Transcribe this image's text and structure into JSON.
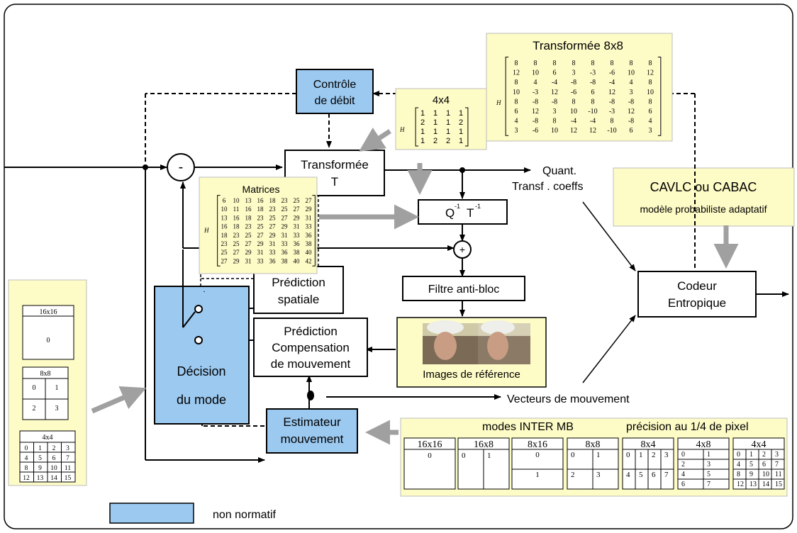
{
  "colors": {
    "blue": "#9cc9f0",
    "yellow": "#fdfbc6",
    "gray_arrow": "#a0a0a0",
    "line": "#000000"
  },
  "blocks": {
    "controle": [
      "Contrôle",
      "de débit"
    ],
    "transformee": [
      "Transformée",
      "T"
    ],
    "quant_out": [
      "Quant.",
      "Transf . coeffs"
    ],
    "qinv": {
      "q": "Q",
      "t": "T",
      "sup": "-1"
    },
    "plus": "+",
    "minus": "-",
    "filtre": "Filtre anti-bloc",
    "pred_spatiale": [
      "Prédiction",
      "spatiale"
    ],
    "pred_comp": [
      "Prédiction",
      "Compensation",
      "de mouvement"
    ],
    "decision": [
      "Décision",
      "du mode"
    ],
    "estimateur": [
      "Estimateur",
      "mouvement"
    ],
    "codeur": [
      "Codeur",
      "Entropique"
    ],
    "cavlc": [
      "CAVLC ou CABAC",
      "modèle probabiliste adaptatif"
    ],
    "images_ref": "Images de référence",
    "vecteurs": "Vecteurs de mouvement",
    "legend": "non normatif",
    "dot_mark": "."
  },
  "matrix4x4": {
    "title": "4x4",
    "h": "H",
    "rows": [
      [
        "1",
        "1",
        "1",
        "1"
      ],
      [
        "2",
        "1",
        "1",
        "2"
      ],
      [
        "1",
        "1",
        "1",
        "1"
      ],
      [
        "1",
        "2",
        "2",
        "1"
      ]
    ]
  },
  "matrix8x8": {
    "title": "Transformée 8x8",
    "h": "H",
    "rows": [
      [
        "8",
        "8",
        "8",
        "8",
        "8",
        "8",
        "8",
        "8"
      ],
      [
        "12",
        "10",
        "6",
        "3",
        "-3",
        "-6",
        "10",
        "12"
      ],
      [
        "8",
        "4",
        "-4",
        "-8",
        "-8",
        "-4",
        "4",
        "8"
      ],
      [
        "10",
        "-3",
        "12",
        "-6",
        "6",
        "12",
        "3",
        "10"
      ],
      [
        "8",
        "-8",
        "-8",
        "8",
        "8",
        "-8",
        "-8",
        "8"
      ],
      [
        "6",
        "12",
        "3",
        "10",
        "-10",
        "-3",
        "12",
        "6"
      ],
      [
        "4",
        "-8",
        "8",
        "-4",
        "-4",
        "8",
        "-8",
        "4"
      ],
      [
        "3",
        "-6",
        "10",
        "12",
        "12",
        "-10",
        "6",
        "3"
      ]
    ]
  },
  "matrices": {
    "title": "Matrices",
    "h": "H",
    "rows": [
      [
        "6",
        "10",
        "13",
        "16",
        "18",
        "23",
        "25",
        "27"
      ],
      [
        "10",
        "11",
        "16",
        "18",
        "23",
        "25",
        "27",
        "29"
      ],
      [
        "13",
        "16",
        "18",
        "23",
        "25",
        "27",
        "29",
        "31"
      ],
      [
        "16",
        "18",
        "23",
        "25",
        "27",
        "29",
        "31",
        "33"
      ],
      [
        "18",
        "23",
        "25",
        "27",
        "29",
        "31",
        "33",
        "36"
      ],
      [
        "23",
        "25",
        "27",
        "29",
        "31",
        "33",
        "36",
        "38"
      ],
      [
        "25",
        "27",
        "29",
        "31",
        "33",
        "36",
        "38",
        "40"
      ],
      [
        "27",
        "29",
        "31",
        "33",
        "36",
        "38",
        "40",
        "42"
      ]
    ]
  },
  "intra_modes": {
    "m16": {
      "title": "16x16",
      "cells": [
        "0"
      ]
    },
    "m8": {
      "title": "8x8",
      "cells": [
        "0",
        "1",
        "2",
        "3"
      ]
    },
    "m4": {
      "title": "4x4",
      "cells": [
        "0",
        "1",
        "2",
        "3",
        "4",
        "5",
        "6",
        "7",
        "8",
        "9",
        "10",
        "11",
        "12",
        "13",
        "14",
        "15"
      ]
    }
  },
  "inter_modes": {
    "header_left": "modes INTER MB",
    "header_right": "précision au 1/4 de pixel",
    "partitions": [
      {
        "title": "16x16",
        "cells": [
          "0"
        ]
      },
      {
        "title": "16x8",
        "cells": [
          "0",
          "1"
        ]
      },
      {
        "title": "8x16",
        "cells": [
          "0",
          "1"
        ]
      },
      {
        "title": "8x8",
        "cells": [
          "0",
          "1",
          "2",
          "3"
        ]
      },
      {
        "title": "8x4",
        "cells": [
          "0",
          "1",
          "2",
          "3",
          "4",
          "5",
          "6",
          "7"
        ]
      },
      {
        "title": "4x8",
        "cells": [
          "0",
          "1",
          "2",
          "3",
          "4",
          "5",
          "6",
          "7"
        ]
      },
      {
        "title": "4x4",
        "cells": [
          "0",
          "1",
          "2",
          "3",
          "4",
          "5",
          "6",
          "7",
          "8",
          "9",
          "10",
          "11",
          "12",
          "13",
          "14",
          "15"
        ]
      }
    ]
  }
}
